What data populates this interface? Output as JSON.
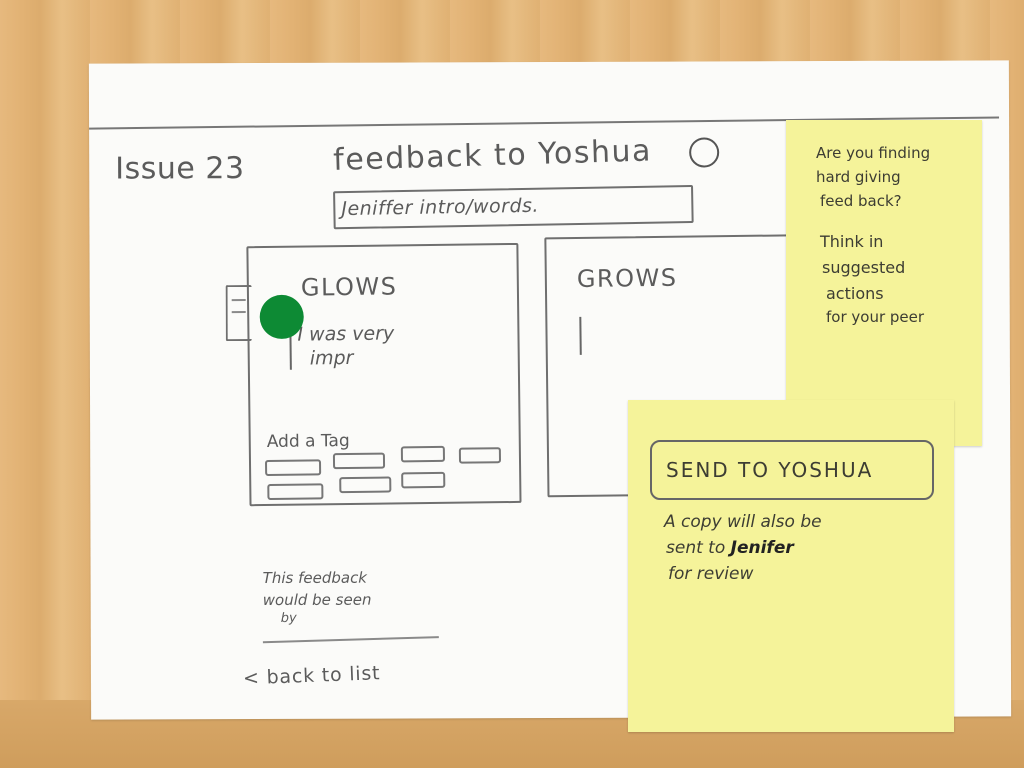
{
  "sketch": {
    "issue_label": "Issue 23",
    "title": "feedback to Yoshua",
    "intro_field": "Jeniffer intro/words.",
    "glows_label": "GLOWS",
    "glows_text_line1": "I was very",
    "glows_text_line2": "impr",
    "grows_label": "GROWS",
    "add_tag_label": "Add a Tag",
    "visibility_note_line1": "This feedback",
    "visibility_note_line2": "would be seen",
    "visibility_note_line3": "by",
    "back_link": "< back to list"
  },
  "sticky_tip": {
    "line1": "Are you finding",
    "line2": "hard giving",
    "line3": "feed back?",
    "line4": "Think in",
    "line5": "suggested",
    "line6": "actions",
    "line7": "for your peer"
  },
  "sticky_send": {
    "send_button": "SEND TO YOSHUA",
    "note_line1": "A copy will also be",
    "note_line2": "sent to",
    "note_name": "Jenifer",
    "note_line3": "for review"
  },
  "colors": {
    "sticky": "#f5f39a",
    "green_dot": "#0d8a34"
  }
}
